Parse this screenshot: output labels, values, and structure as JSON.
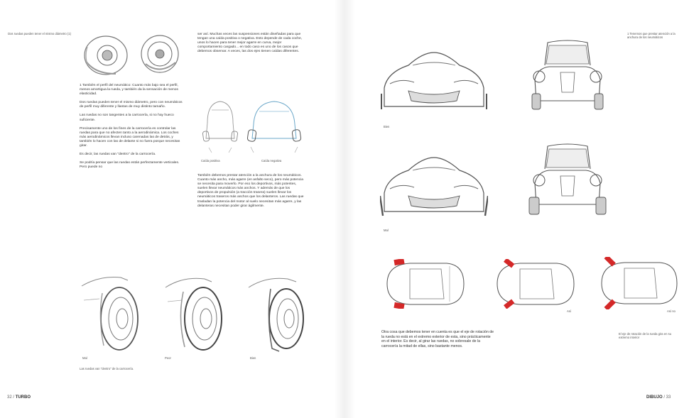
{
  "left": {
    "margin_note": "Dos ruedas pueden tener el mismo diámetro (1)",
    "col1": {
      "p1": "1 También el perfil del neumático: Cuanto más bajo sea el perfil, menos amortigua la rueda, y también da la sensación de menos elasticidad.",
      "p2": "Dos ruedas pueden tener el mismo diámetro, pero con neumáticos de perfil muy diferente y llantas de muy distinto tamaño.",
      "p3": "Las ruedas no son tangentes a la carrocería, si no hay hueco suficiente.",
      "p4": "Precisamente uno de los fines de la carrocería es controlar las ruedas para que no afecten tanto a la aerodinámica. Los coches más aerodinámicos llevan incluso carenadas las de detrás, y también lo hacen con las de delante si no fuera porque necesitan girar.",
      "p5": "Es decir, las ruedas van \"dentro\" de la carrocería.",
      "p6": "Se podría pensar que las ruedas están perfectamente verticales. Pero puede no"
    },
    "col2": {
      "p1": "ser así. Muchas veces las suspensiones están diseñadas para que tengan una caída positiva o negativa. Esto depende de cada coche, unos lo hacen para tener mejor agarre en curva, mejor comportamiento cargado... en todo caso es uno de los casos que debemos observar. A veces, las dos ejes tienen caídas diferentes.",
      "caption_a": "Caída positiva",
      "caption_b": "Caída negativa",
      "p2": "También debemos prestar atención a la anchura de los neumáticos. Cuanto más ancho, más agarre (en asfalto seco), pero más potencia se necesita para moverlo. Por eso los deportivos, más potentes, suelen llevar neumáticos más anchos. Y además de que los deportivos de propulsión (a tracción trasera) suelen llevar los neumáticos traseros más anchos que los delanteros. Las ruedas que trasladan la potencia del motor al suelo necesitan más agarre, y las delanteras necesitan poder girar ágilmente."
    },
    "wheel_labels": [
      "Mal",
      "Peor",
      "Bien"
    ],
    "bottom_caption": "Las ruedas van \"dentro\" de la carrocería.",
    "folio_num": "32 /",
    "folio_title": "TURBO"
  },
  "right": {
    "margin_note": "1 Tenemos que prestar atención a la anchura de los neumáticos",
    "labels": {
      "bien": "Bien",
      "mal": "Mal",
      "asi": "Así",
      "asi_no": "Así no"
    },
    "note_side": "El eje de rotación de la rueda gira en su extremo interior",
    "body": "Otra cosa que debemos tener en cuenta es que el eje de rotación de la rueda no está en el extremo exterior de esta, sino prácticamente en el interior. Es decir, al girar las ruedas, no sobresale de la carrocería la mitad de ellas, sino bastante menos.",
    "folio_title": "DIBUJO",
    "folio_num": "/ 33"
  }
}
